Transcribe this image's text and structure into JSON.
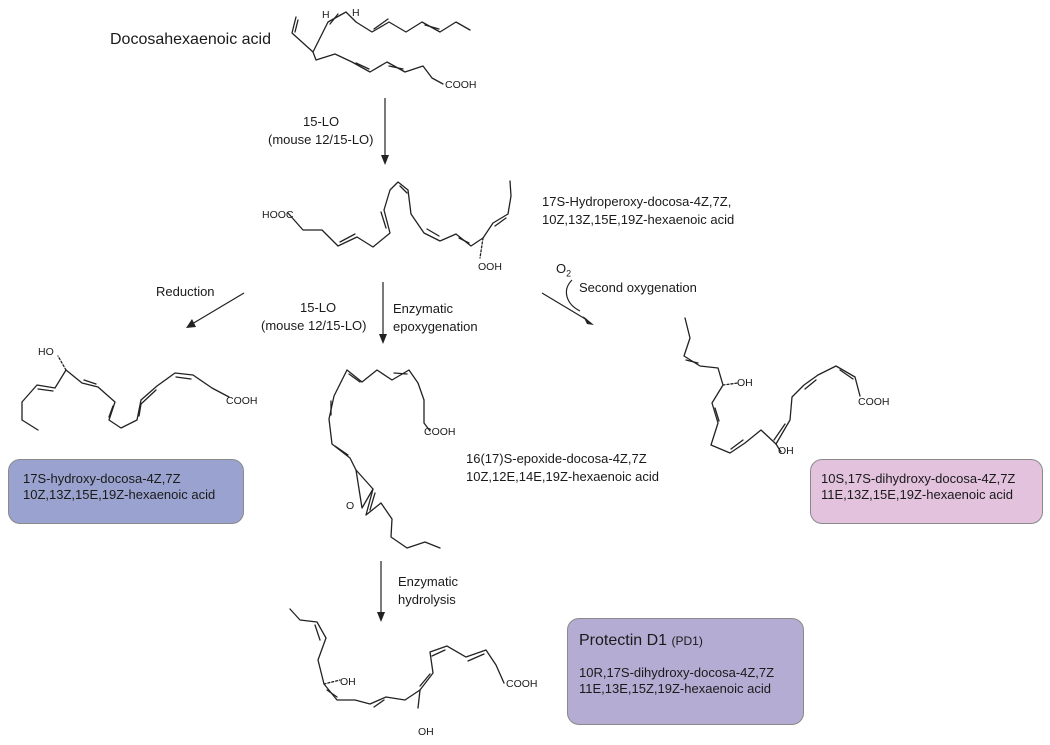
{
  "title": "Docosahexaenoic acid",
  "arrows": {
    "step1": {
      "line1": "15-LO",
      "line2": "(mouse 12/15-LO)"
    },
    "reduction": "Reduction",
    "step2": {
      "line1": "15-LO",
      "line2": "(mouse 12/15-LO)"
    },
    "epoxygenation": {
      "line1": "Enzymatic",
      "line2": "epoxygenation"
    },
    "oxygenation": {
      "reagent": "O",
      "reagent_sub": "2",
      "label": "Second oxygenation"
    },
    "hydrolysis": {
      "line1": "Enzymatic",
      "line2": "hydrolysis"
    }
  },
  "compounds": {
    "hydroperoxy": {
      "line1": "17S-Hydroperoxy-docosa-4Z,7Z,",
      "line2": "10Z,13Z,15E,19Z-hexaenoic acid"
    },
    "epoxide": {
      "line1": "16(17)S-epoxide-docosa-4Z,7Z",
      "line2": "10Z,12E,14E,19Z-hexaenoic acid"
    }
  },
  "boxes": {
    "hydroxy": {
      "line1": "17S-hydroxy-docosa-4Z,7Z",
      "line2": "10Z,13Z,15E,19Z-hexaenoic acid",
      "color": "#9aa3cf"
    },
    "dihydroxy": {
      "line1": "10S,17S-dihydroxy-docosa-4Z,7Z",
      "line2": "11E,13Z,15E,19Z-hexaenoic acid",
      "color": "#e2c2dd"
    },
    "protectin": {
      "title": "Protectin D1",
      "abbr": "(PD1)",
      "line1": "10R,17S-dihydroxy-docosa-4Z,7Z",
      "line2": "11E,13E,15Z,19Z-hexaenoic acid",
      "color": "#b4acd3"
    }
  },
  "atoms": {
    "cooh": "COOH",
    "hooc": "HOOC",
    "ooh": "OOH",
    "oh": "OH",
    "ho": "HO",
    "o": "O",
    "h": "H"
  }
}
